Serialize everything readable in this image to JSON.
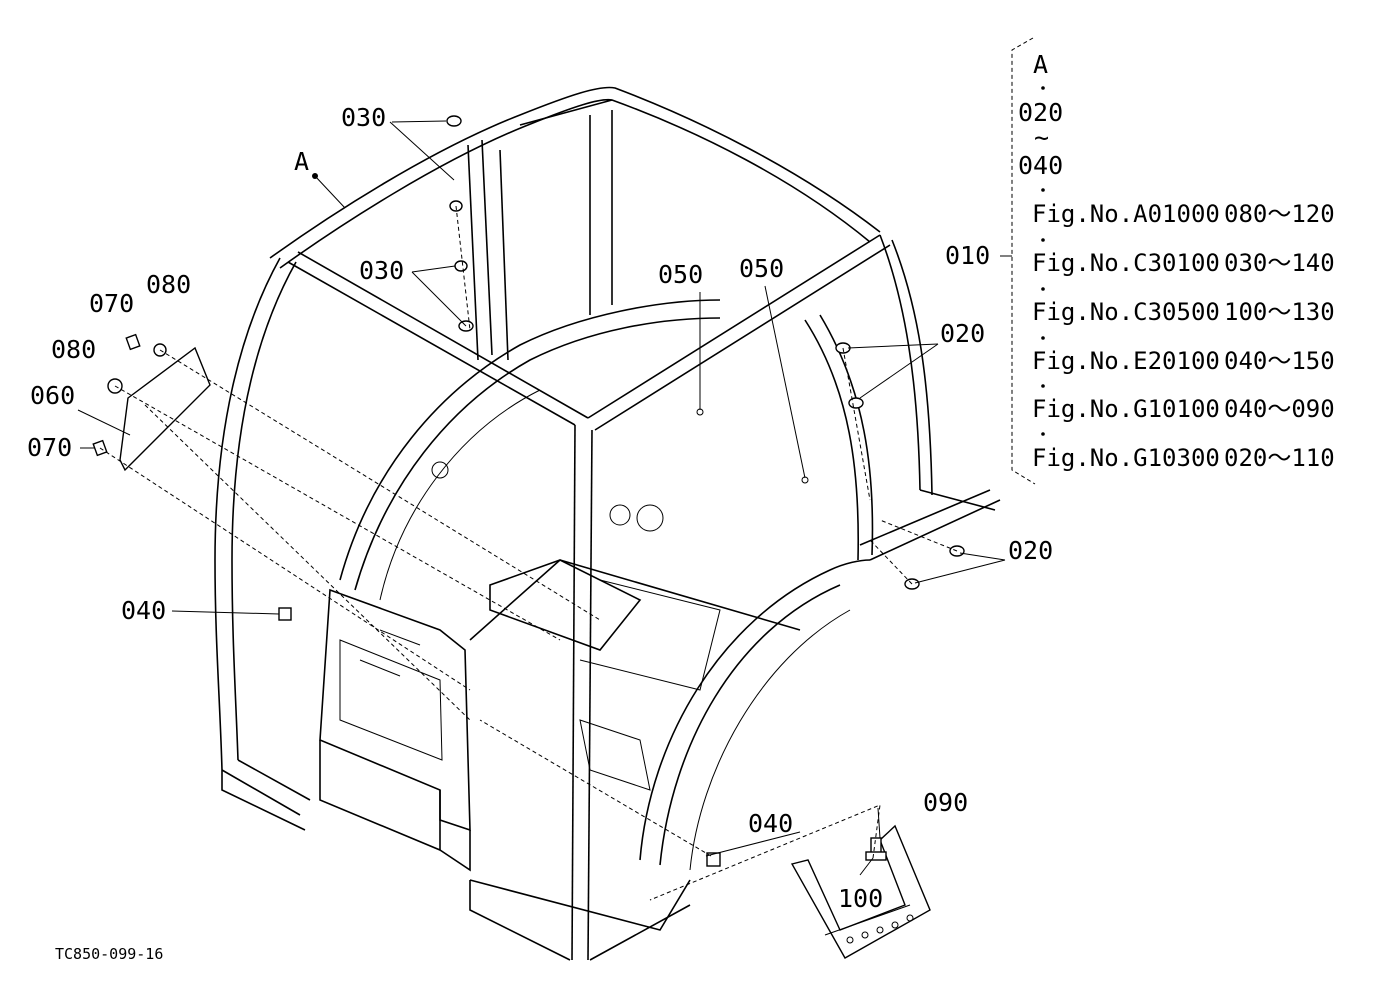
{
  "diagram": {
    "drawing_code": "TC850-099-16",
    "view_marker": "A",
    "callouts": {
      "c010": "010",
      "c020_upper": "020",
      "c020_lower": "020",
      "c030_upper": "030",
      "c030_lower": "030",
      "c040_left": "040",
      "c040_right": "040",
      "c050_left": "050",
      "c050_right": "050",
      "c060": "060",
      "c070_upper": "070",
      "c070_lower": "070",
      "c080_upper": "080",
      "c080_lower": "080",
      "c090": "090",
      "c100": "100"
    },
    "sidebar": {
      "marker": "A",
      "range_start": "020",
      "range_tilde": "~",
      "range_end": "040",
      "references": [
        {
          "fig": "Fig.No.A01000",
          "range": "080～120"
        },
        {
          "fig": "Fig.No.C30100",
          "range": "030～140"
        },
        {
          "fig": "Fig.No.C30500",
          "range": "100～130"
        },
        {
          "fig": "Fig.No.E20100",
          "range": "040～150"
        },
        {
          "fig": "Fig.No.G10100",
          "range": "040～090"
        },
        {
          "fig": "Fig.No.G10300",
          "range": "020～110"
        }
      ]
    }
  }
}
